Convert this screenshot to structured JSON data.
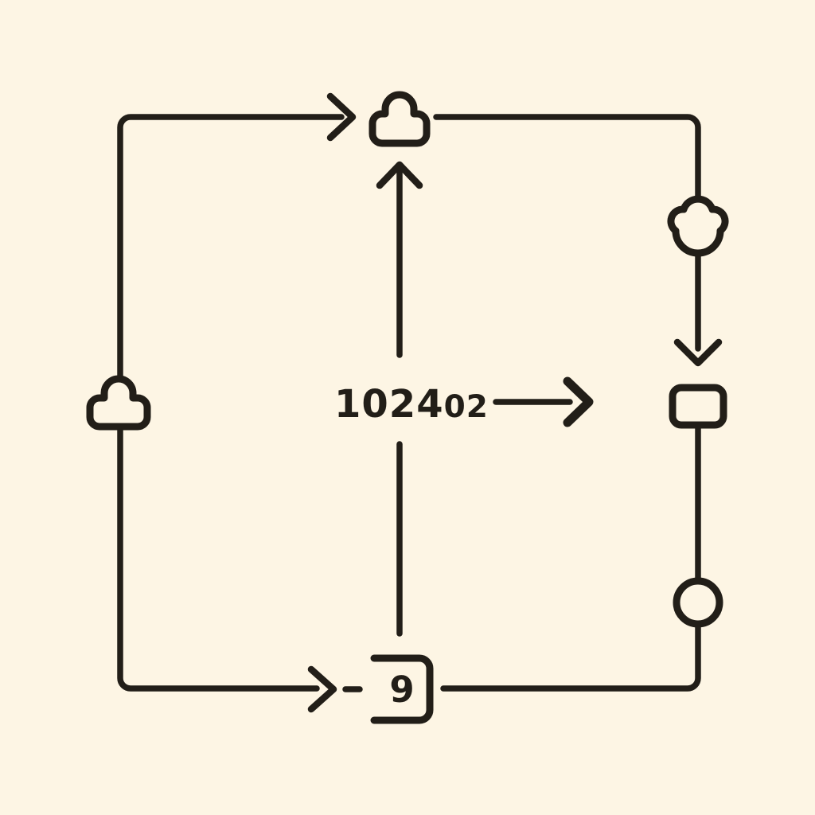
{
  "canvas": {
    "background_color": "#FDF5E4",
    "ink_color": "#221E18"
  },
  "diagram": {
    "center_label": {
      "main": "1024",
      "sub": "02"
    },
    "bottom_box_label": "9",
    "nodes": [
      {
        "id": "top-cloud",
        "icon": "cloud-icon",
        "position": "top-center"
      },
      {
        "id": "left-cloud",
        "icon": "cloud-icon",
        "position": "left-middle"
      },
      {
        "id": "right-cloud",
        "icon": "cloud-icon",
        "position": "right-upper"
      },
      {
        "id": "right-box",
        "icon": "rounded-rect-node",
        "position": "right-middle"
      },
      {
        "id": "right-circle",
        "icon": "circle-node",
        "position": "right-lower"
      },
      {
        "id": "bottom-box",
        "icon": "open-rect-node",
        "position": "bottom-center",
        "label": "9"
      }
    ],
    "edges": [
      {
        "from": "left-rail-top",
        "to": "top-cloud",
        "style": "arrow-right"
      },
      {
        "from": "top-cloud",
        "to": "right-cloud",
        "style": "line"
      },
      {
        "from": "right-cloud",
        "to": "right-box",
        "style": "arrow-down"
      },
      {
        "from": "right-box",
        "to": "right-circle",
        "style": "line"
      },
      {
        "from": "right-circle",
        "to": "bottom-rail",
        "style": "line"
      },
      {
        "from": "center-label",
        "to": "top-cloud",
        "style": "arrow-up"
      },
      {
        "from": "center-label",
        "to": "right-box",
        "style": "arrow-right"
      },
      {
        "from": "center-label",
        "to": "bottom-box",
        "style": "line-down"
      },
      {
        "from": "left-rail",
        "to": "bottom-box",
        "style": "arrow-right-dashed"
      },
      {
        "from": "bottom-box",
        "to": "right-rail",
        "style": "line"
      }
    ]
  }
}
